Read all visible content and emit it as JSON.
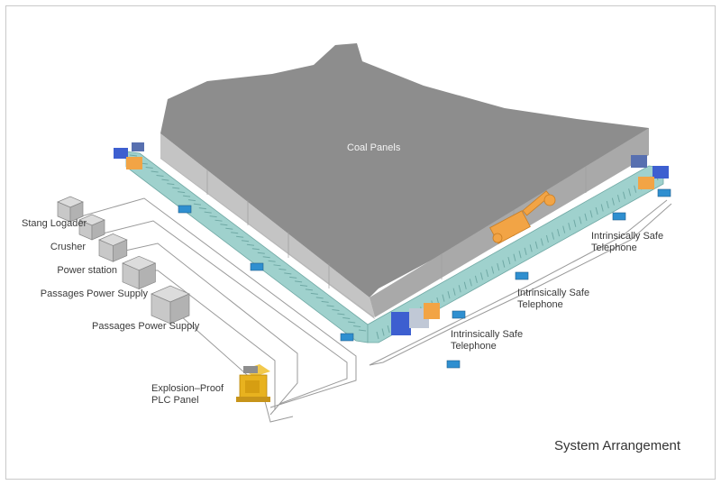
{
  "diagram": {
    "coal_label": "Coal Panels",
    "equipment": [
      "Stang Logader",
      "Crusher",
      "Power station",
      "Passages Power Supply",
      "Passages Power Supply"
    ],
    "plc": {
      "line1": "Explosion–Proof",
      "line2": "PLC Panel"
    },
    "telephones": [
      {
        "line1": "Intrinsically Safe",
        "line2": "Telephone"
      },
      {
        "line1": "Intrinsically Safe",
        "line2": "Telephone"
      },
      {
        "line1": "Intrinsically Safe",
        "line2": "Telephone"
      }
    ],
    "caption": "System Arrangement"
  },
  "colors": {
    "coal_top": "#8d8d8d",
    "coal_side": "#b4b4b4",
    "conveyor": "#9fd1cd",
    "conveyor_dark": "#6fa8a4",
    "motor_blue": "#3d5fd0",
    "orange": "#f2a445",
    "plc_yellow": "#e8b21f"
  }
}
